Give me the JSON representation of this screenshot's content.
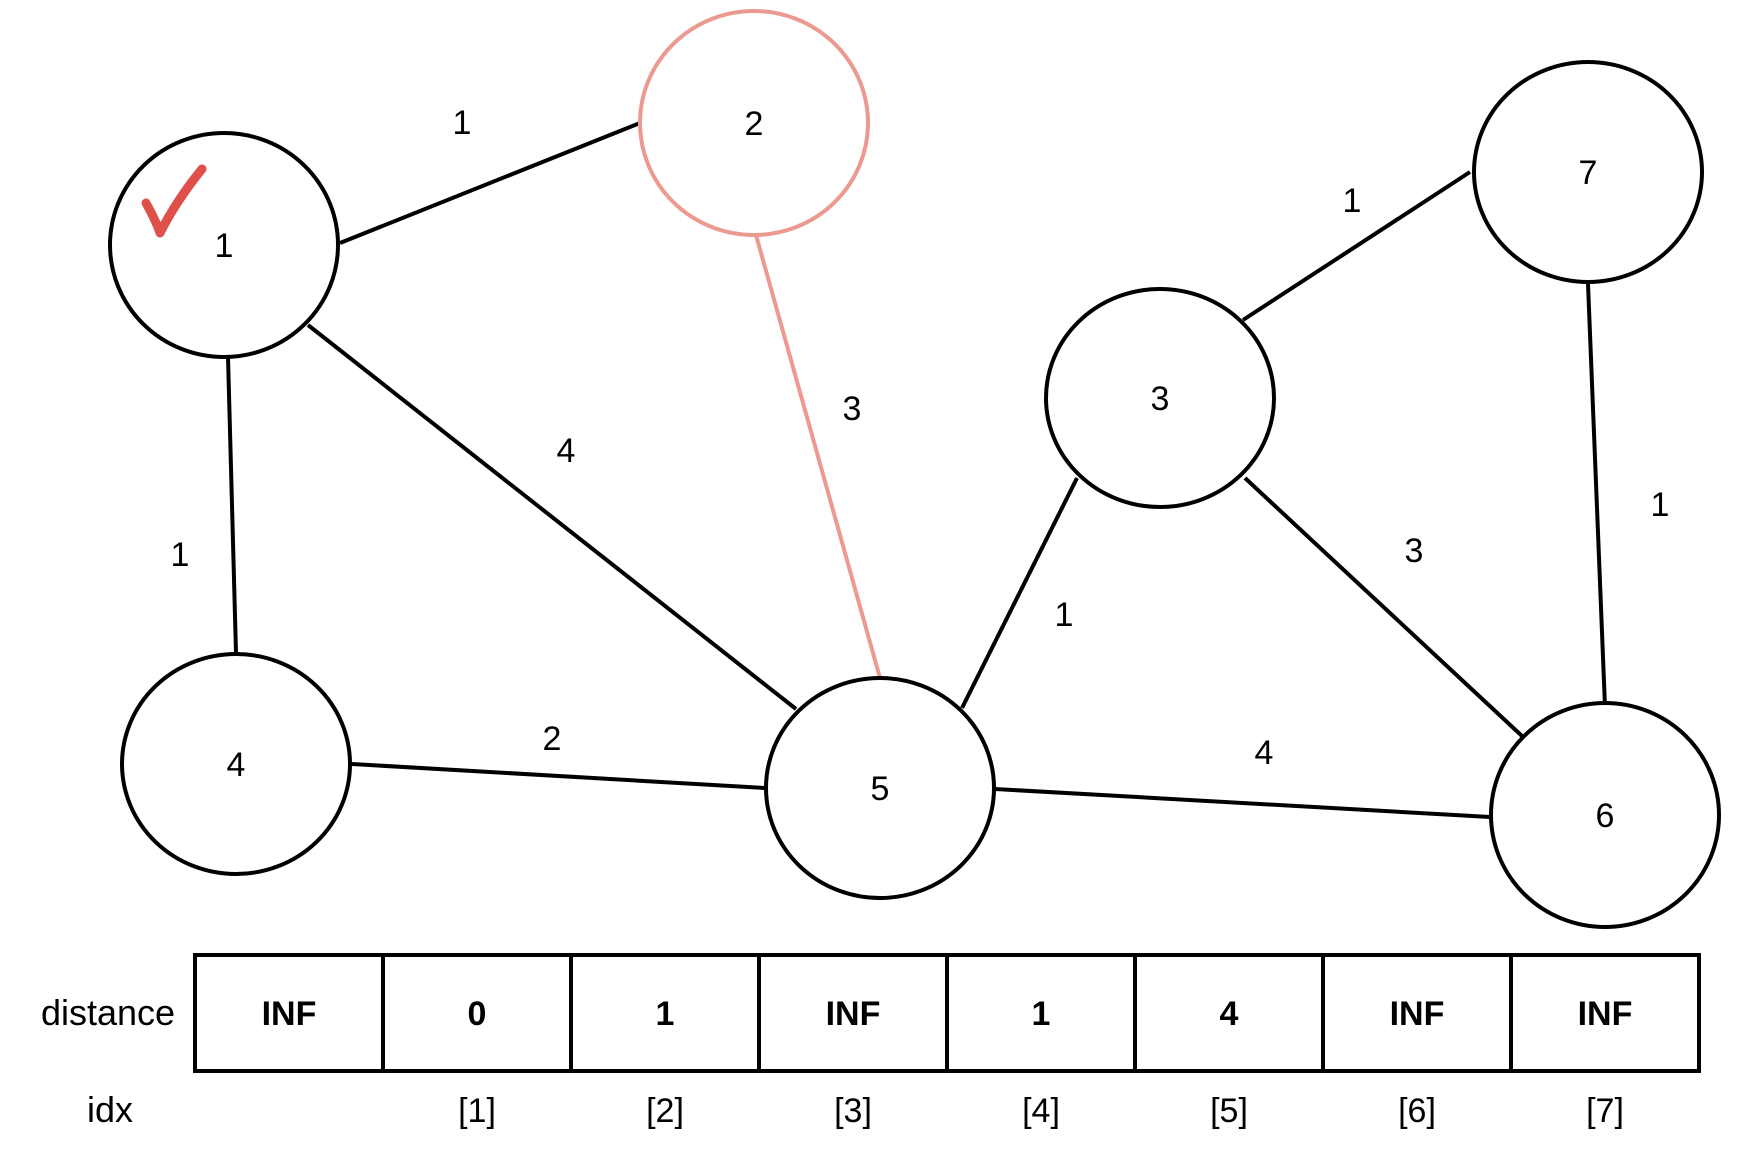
{
  "colors": {
    "edge": "#000000",
    "highlight": "#ec9a90",
    "check": "#e0504a"
  },
  "graph": {
    "nodes": [
      {
        "id": "1",
        "label": "1",
        "visited": true
      },
      {
        "id": "2",
        "label": "2",
        "highlighted": true
      },
      {
        "id": "3",
        "label": "3"
      },
      {
        "id": "4",
        "label": "4"
      },
      {
        "id": "5",
        "label": "5"
      },
      {
        "id": "6",
        "label": "6"
      },
      {
        "id": "7",
        "label": "7"
      }
    ],
    "edges": [
      {
        "from": "1",
        "to": "2",
        "weight": "1"
      },
      {
        "from": "1",
        "to": "4",
        "weight": "1"
      },
      {
        "from": "1",
        "to": "5",
        "weight": "4"
      },
      {
        "from": "2",
        "to": "5",
        "weight": "3",
        "highlighted": true
      },
      {
        "from": "4",
        "to": "5",
        "weight": "2"
      },
      {
        "from": "5",
        "to": "3",
        "weight": "1"
      },
      {
        "from": "5",
        "to": "6",
        "weight": "4"
      },
      {
        "from": "3",
        "to": "7",
        "weight": "1"
      },
      {
        "from": "3",
        "to": "6",
        "weight": "3"
      },
      {
        "from": "7",
        "to": "6",
        "weight": "1"
      }
    ]
  },
  "table": {
    "row_label": "distance",
    "index_label": "idx",
    "cells": [
      "INF",
      "0",
      "1",
      "INF",
      "1",
      "4",
      "INF",
      "INF"
    ],
    "indices": [
      "",
      "[1]",
      "[2]",
      "[3]",
      "[4]",
      "[5]",
      "[6]",
      "[7]"
    ]
  }
}
